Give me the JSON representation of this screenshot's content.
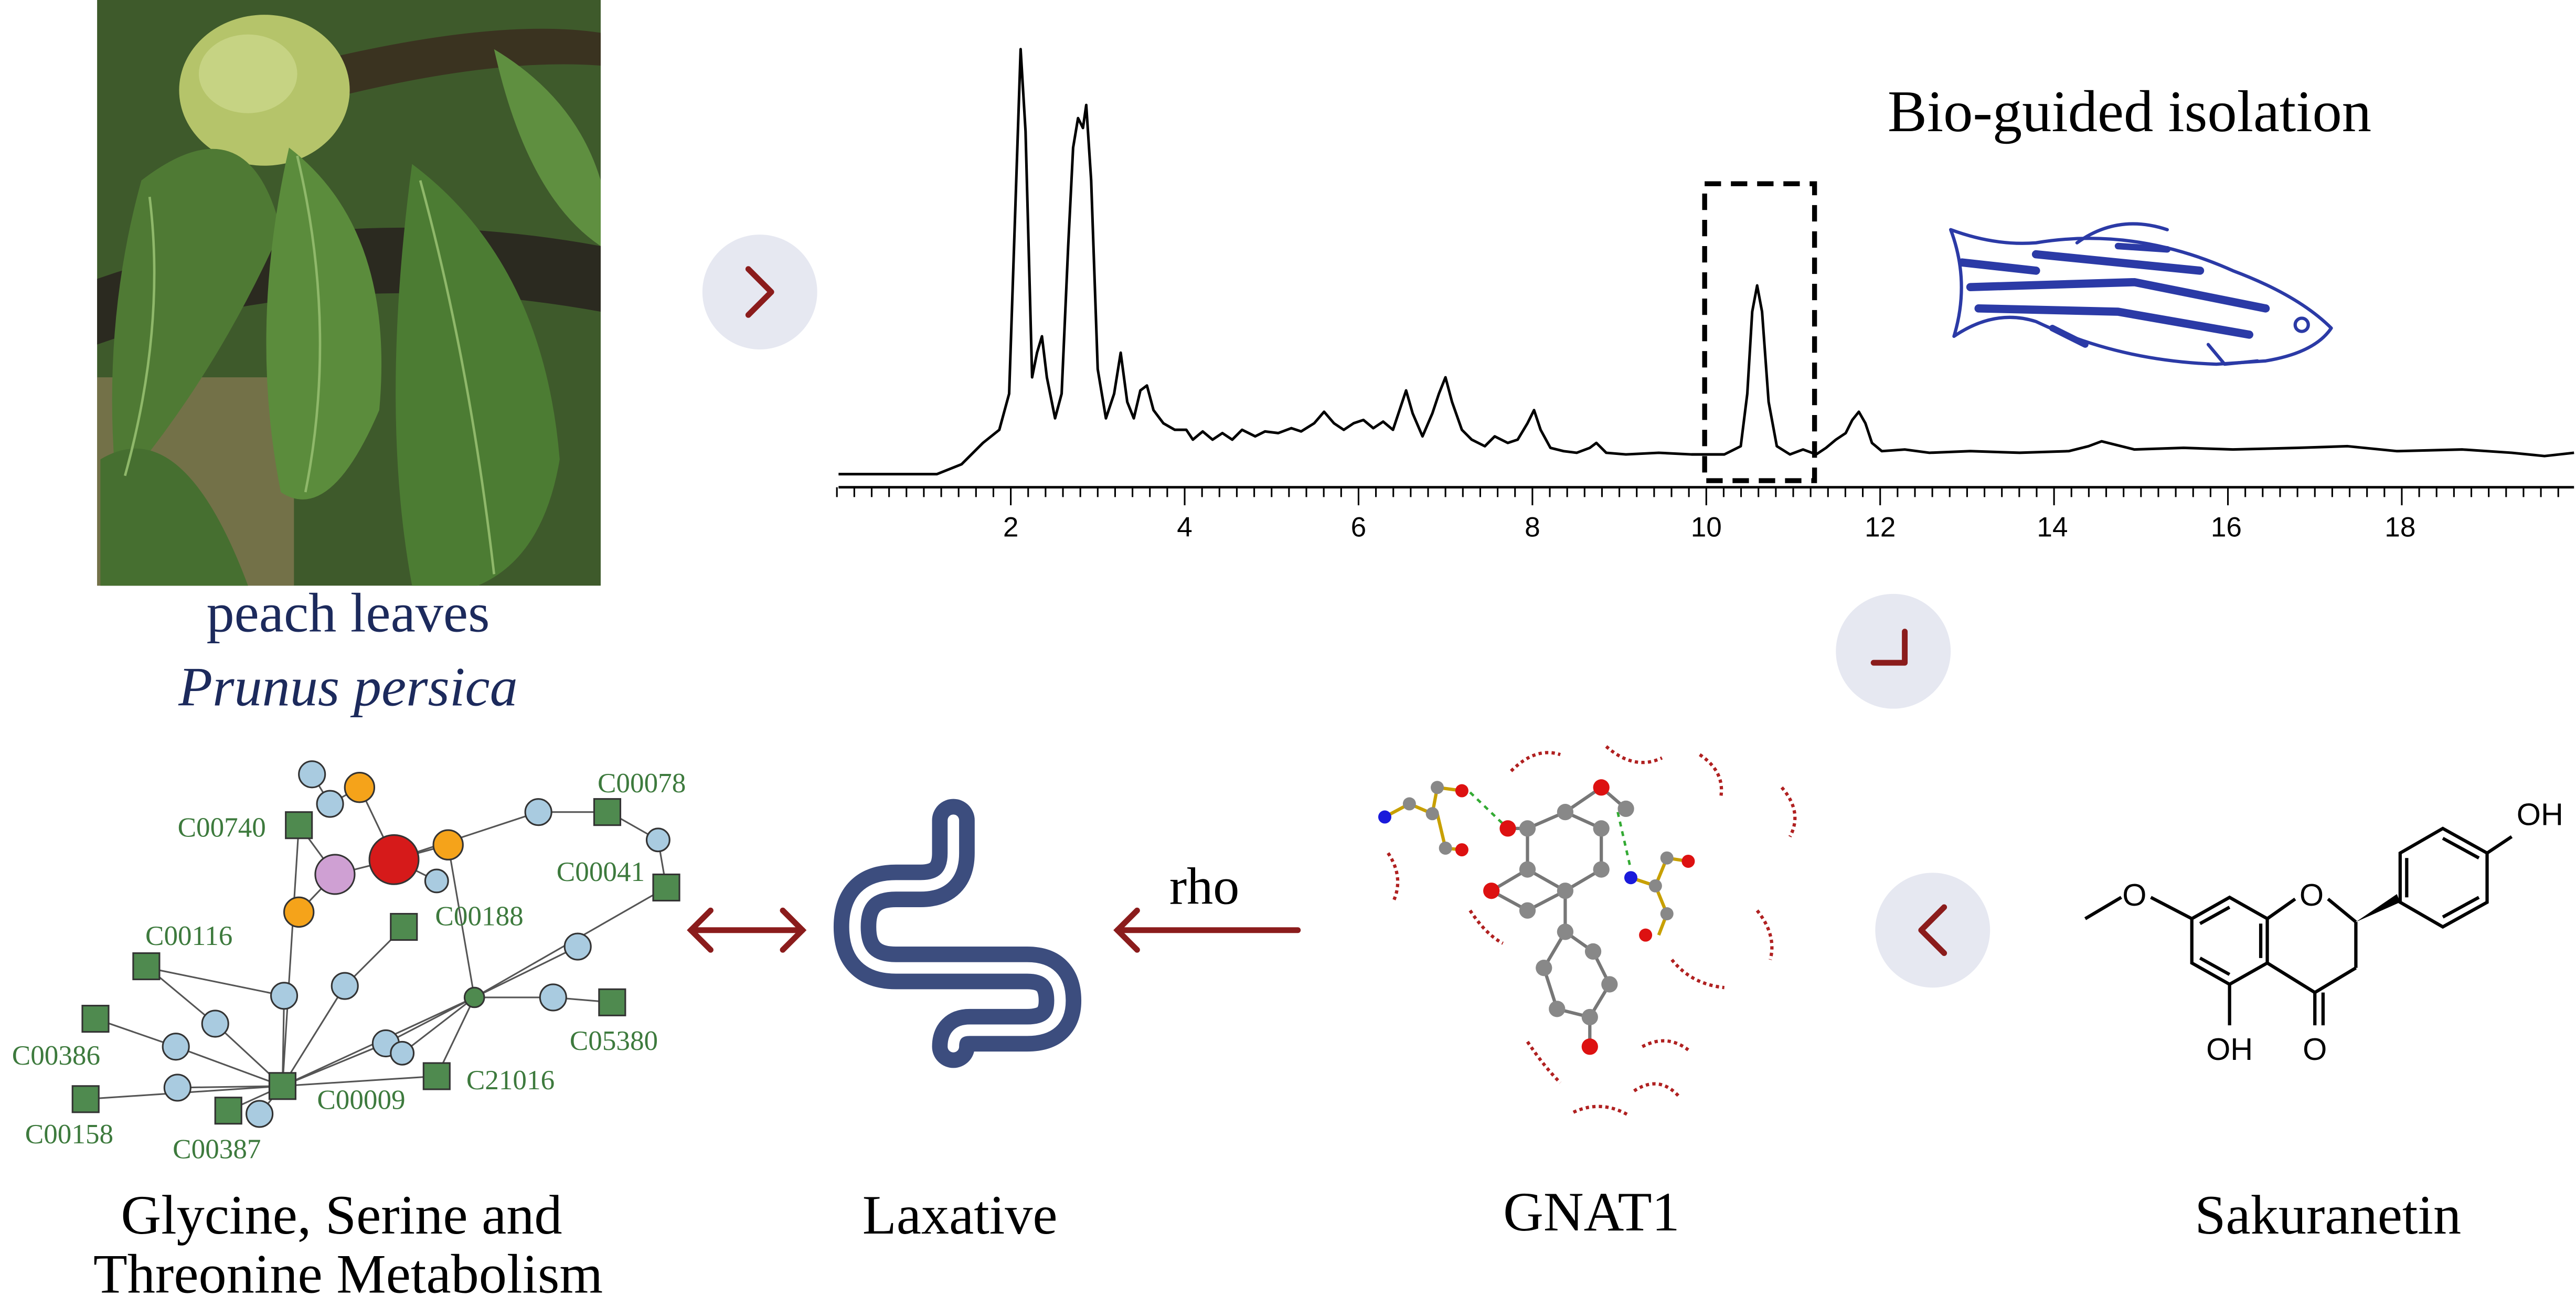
{
  "plant": {
    "common_name": "peach leaves",
    "latin_name": "Prunus persica"
  },
  "chromatogram": {
    "title": "Bio-guided isolation",
    "ticks": [
      "2",
      "4",
      "6",
      "8",
      "10",
      "12",
      "14",
      "16",
      "18"
    ]
  },
  "network": {
    "caption_line1": "Glycine, Serine and",
    "caption_line2": "Threonine Metabolism",
    "compounds": [
      "C00078",
      "C00740",
      "C00041",
      "C00188",
      "C00116",
      "C00386",
      "C05380",
      "C21016",
      "C00009",
      "C00158",
      "C00387"
    ]
  },
  "pathway": {
    "caption": "Laxative",
    "arrow_label": "rho"
  },
  "target": {
    "caption": "GNAT1"
  },
  "compound": {
    "caption": "Sakuranetin",
    "atom_oh_top": "OH",
    "atom_o_ring": "O",
    "atom_o_methoxy": "O",
    "atom_oh_bottom": "OH",
    "atom_o_ketone": "O"
  },
  "colors": {
    "navy": "#1c2a5c",
    "dark_red": "#8b1c1c",
    "green_node": "#4f8a4f",
    "blue_node": "#a9cbe0",
    "orange_node": "#f5a31a",
    "red_node": "#d61a1a",
    "purple_node": "#cfa0d3",
    "fish_blue": "#2b3aa6",
    "gut_blue": "#3c4d7e",
    "circle_bg": "#e6e8f1"
  }
}
